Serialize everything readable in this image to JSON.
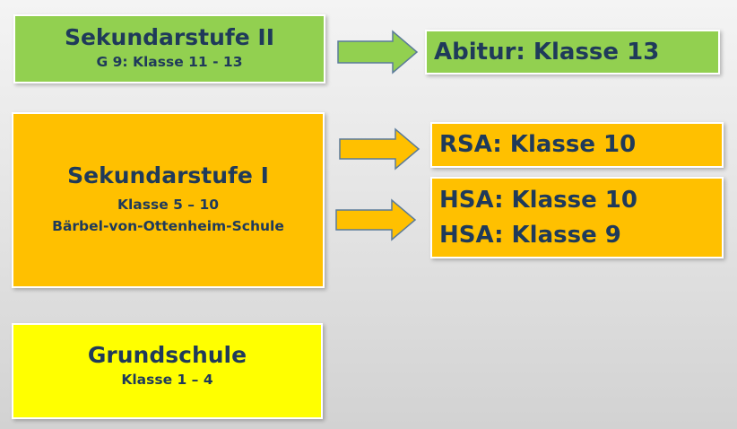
{
  "colors": {
    "green": "#92d050",
    "orange": "#ffc000",
    "yellow": "#ffff00",
    "text": "#1f3a5a",
    "arrow_green": "#92d050",
    "arrow_orange": "#ffc000",
    "arrow_stroke": "#5b7b9a"
  },
  "sek2": {
    "title": "Sekundarstufe II",
    "line1": "G 9: Klasse 11 - 13"
  },
  "abitur": {
    "label": "Abitur: Klasse 13"
  },
  "sek1": {
    "title": "Sekundarstufe I",
    "line1": "Klasse 5 – 10",
    "line2": "Bärbel-von-Ottenheim-Schule"
  },
  "rsa": {
    "label": "RSA: Klasse 10"
  },
  "hsa": {
    "line1": "HSA: Klasse 10",
    "line2": "HSA: Klasse 9"
  },
  "grundschule": {
    "title": "Grundschule",
    "line1": "Klasse 1 – 4"
  },
  "icons": [
    "arrow-right-icon",
    "arrow-right-icon",
    "arrow-right-icon"
  ]
}
